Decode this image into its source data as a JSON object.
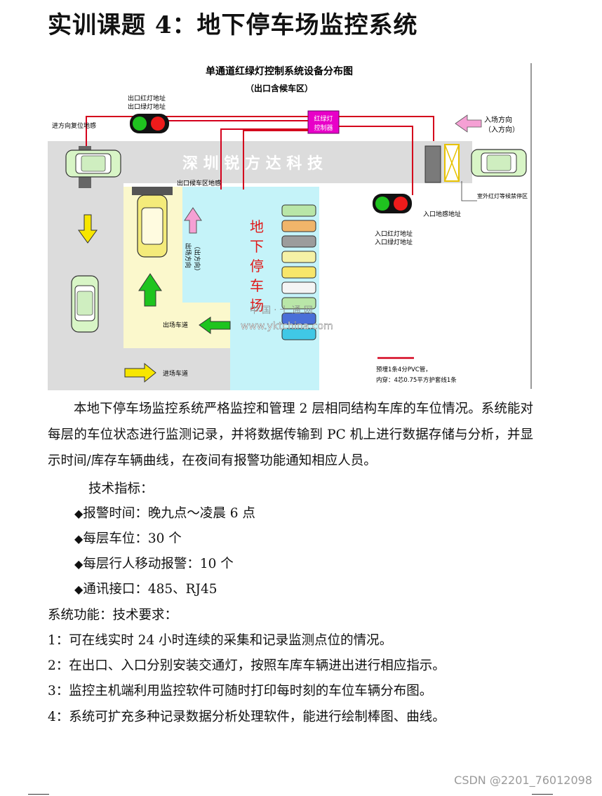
{
  "title": "实训课题 4：地下停车场监控系统",
  "diagram": {
    "title": "单通道红绿灯控制系统设备分布图",
    "subtitle": "（出口含候车区）",
    "controller_label_1": "红绿灯",
    "controller_label_2": "控制器",
    "exit_light_label_1": "出口红灯地址",
    "exit_light_label_2": "出口绿灯地址",
    "reset_sensor_label": "进方向复位地感",
    "entry_direction_1": "入场方向",
    "entry_direction_2": "（入方向）",
    "banner_text": "深 圳 锐 方 达 科 技",
    "exit_waiting_label": "出口候车区地感",
    "outdoor_label": "室外红灯等候禁停区",
    "entry_sensor_label": "入口地感地址",
    "entry_light_label_1": "入口红灯地址",
    "entry_light_label_2": "入口绿灯地址",
    "garage_text": [
      "地",
      "下",
      "停",
      "车",
      "场"
    ],
    "exit_direction_1": "出场方向",
    "exit_direction_2": "（出方向）",
    "exit_lane_label": "出场车道",
    "entry_lane_label": "进场车道",
    "watermark_1": "中 国 · 十 通 网",
    "watermark_2": "www.yktchina.com",
    "legend_1": "预埋1条4分PVC管，",
    "legend_2": "内穿：4芯0.75平方护套线1条"
  },
  "paragraph": "本地下停车场监控系统严格监控和管理 2 层相同结构车库的车位情况。系统能对每层的车位状态进行监测记录，并将数据传输到 PC 机上进行数据存储与分析，并显示时间/库存车辆曲线，在夜间有报警功能通知相应人员。",
  "spec_heading": "技术指标：",
  "bullet_mark": "◆",
  "specs": [
    "报警时间：晚九点～凌晨 6 点",
    "每层车位：30 个",
    "每层行人移动报警：10 个",
    "通讯接口：485、RJ45"
  ],
  "func_heading": "系统功能：技术要求：",
  "functions": [
    "1：可在线实时 24 小时连续的采集和记录监测点位的情况。",
    "2：在出口、入口分别安装交通灯，按照车库车辆进出进行相应指示。",
    "3：监控主机端利用监控软件可随时打印每时刻的车位车辆分布图。",
    "4：系统可扩充多种记录数据分析处理软件，能进行绘制棒图、曲线。"
  ],
  "footer": "CSDN @2201_76012098",
  "colors": {
    "road": "#dcdcdc",
    "parking": "#c5f3f9",
    "exit_lane": "#fbf8cc",
    "wire": "#d4001c",
    "controller": "#e800c8",
    "green_light": "#1fc21f",
    "red_light": "#ee1b1b",
    "green_arrow": "#1ec41e",
    "yellow_arrow": "#f7e600",
    "pink_arrow": "#f5a0d4"
  }
}
